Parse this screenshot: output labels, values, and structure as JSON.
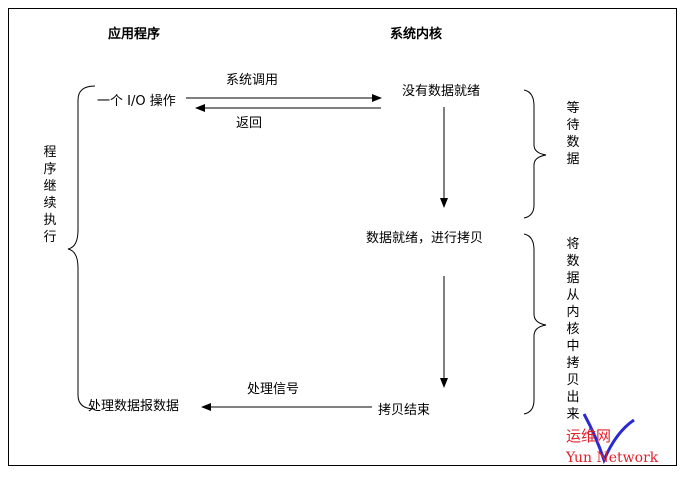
{
  "headers": {
    "app": "应用程序",
    "kernel": "系统内核"
  },
  "left_side": {
    "continue_label": "程序继续执行"
  },
  "app_steps": {
    "io_op": "一个 I/O 操作",
    "handle_data": "处理数据报数据"
  },
  "kernel_steps": {
    "no_data": "没有数据就绪",
    "data_ready": "数据就绪，进行拷贝",
    "copy_done": "拷贝结束"
  },
  "arrows": {
    "syscall": "系统调用",
    "return": "返回",
    "signal": "处理信号"
  },
  "right_side": {
    "wait_label": "等待数据",
    "copy_label": "将数据从内核中拷贝出来"
  },
  "watermark": {
    "line1": "运维网",
    "line2": "Yun Network",
    "color": "#e0202a",
    "logo_color": "#2a2ad0"
  }
}
